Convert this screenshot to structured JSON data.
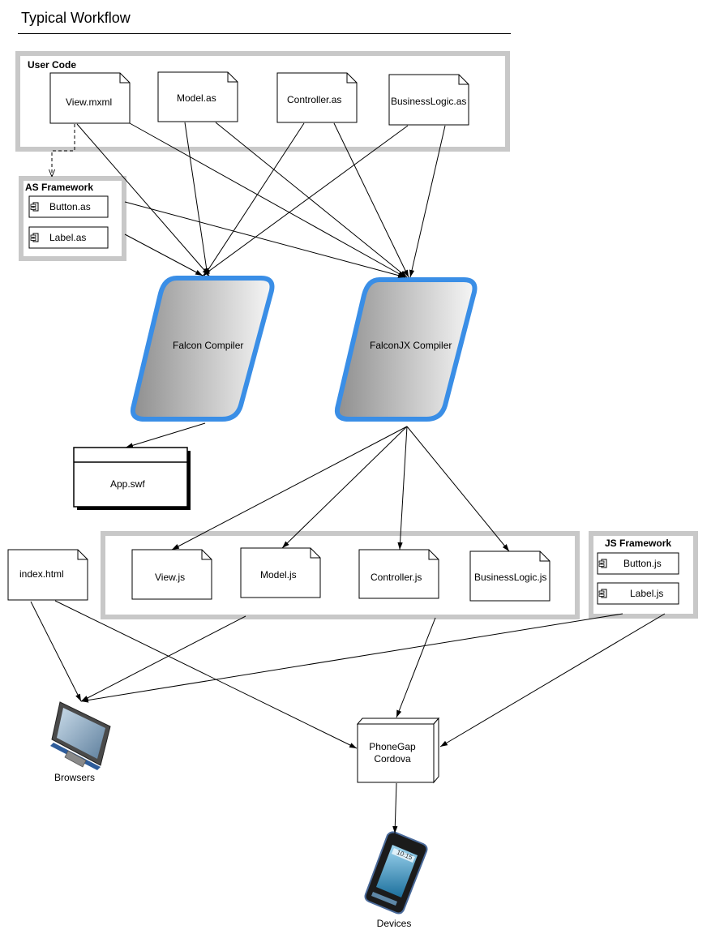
{
  "title": "Typical Workflow",
  "groups": {
    "user_code": "User Code",
    "as_framework": "AS Framework",
    "js_framework": "JS Framework"
  },
  "files": {
    "view_mxml": "View.mxml",
    "model_as": "Model.as",
    "controller_as": "Controller.as",
    "businesslogic_as": "BusinessLogic.as",
    "index_html": "index.html",
    "view_js": "View.js",
    "model_js": "Model.js",
    "controller_js": "Controller.js",
    "businesslogic_js": "BusinessLogic.js"
  },
  "components": {
    "button_as": "Button.as",
    "label_as": "Label.as",
    "button_js": "Button.js",
    "label_js": "Label.js"
  },
  "compilers": {
    "falcon": "Falcon Compiler",
    "falconjx": "FalconJX Compiler"
  },
  "outputs": {
    "app_swf": "App.swf"
  },
  "runtime": {
    "phonegap_line1": "PhoneGap",
    "phonegap_line2": "Cordova",
    "browsers": "Browsers",
    "devices": "Devices",
    "phone_clock": "10:15"
  },
  "colors": {
    "group_border": "#c8c8c8",
    "compiler_border": "#3a8ee6",
    "compiler_fill_light": "#f6f6f6",
    "compiler_fill_dark": "#8f8f8f"
  }
}
